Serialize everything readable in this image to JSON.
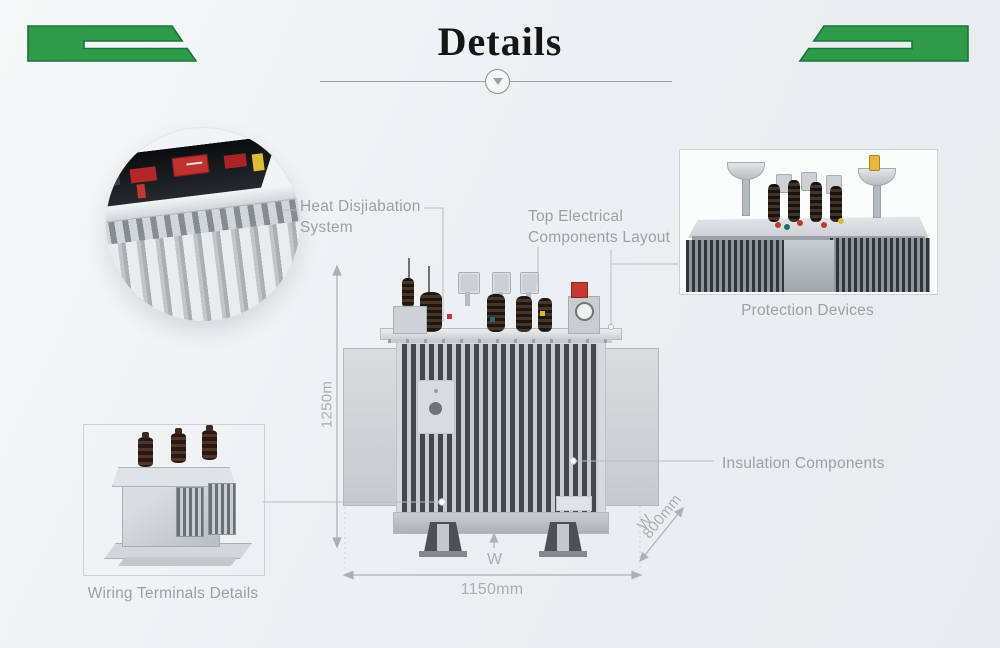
{
  "header": {
    "title": "Details",
    "divider_icon": "chevron-down-icon"
  },
  "callouts": {
    "heat_dissipation": {
      "line1": "Heat Disjiabation",
      "line2": "System"
    },
    "top_electrical": {
      "line1": "Top Electrical",
      "line2": "Components Layout"
    },
    "protection_devices": {
      "label": "Protection Devices"
    },
    "insulation_components": {
      "label": "Insulation Components"
    },
    "wiring_terminals": {
      "label": "Wiring Terminals Details"
    }
  },
  "dimensions": {
    "height_label": "1250m",
    "width_label": "1150mm",
    "depth_label": "800mm",
    "width_marker": "W",
    "depth_marker": "W"
  },
  "colors": {
    "accent_green": "#2f9a47",
    "accent_green_border": "#17763a",
    "label_gray": "#9aa1a6",
    "dimension_gray": "#a9aeb2",
    "line_gray": "#b7bcbf",
    "title_black": "#161616"
  }
}
